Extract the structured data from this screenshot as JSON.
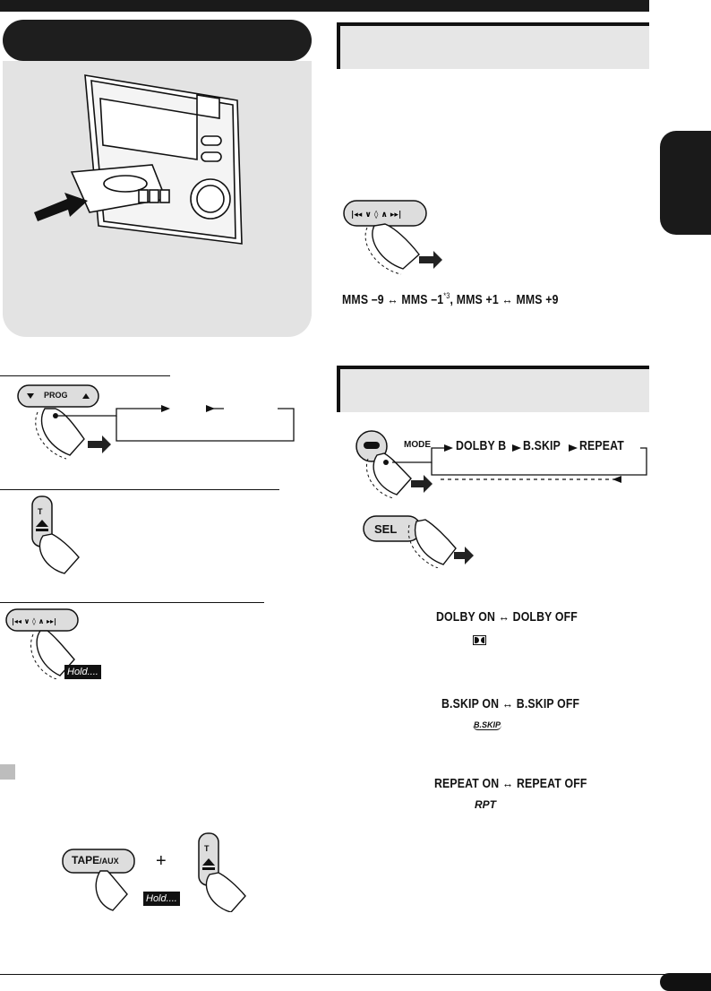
{
  "mms": {
    "left_start": "MMS –9",
    "left_end": "MMS –1",
    "footnote": "*3",
    "separator": ",",
    "right_start": "MMS +1",
    "right_end": "MMS +9"
  },
  "buttons": {
    "prog": "PROG",
    "eject": "T",
    "mode": "MODE",
    "sel": "SEL",
    "tape_main": "TAPE",
    "tape_sub": "/AUX",
    "plus": "+"
  },
  "hold_label": "Hold....",
  "mode_sequence": [
    "DOLBY B",
    "B.SKIP",
    "REPEAT"
  ],
  "settings": [
    {
      "on": "DOLBY ON",
      "off": "DOLBY OFF",
      "indicator": "dolby-double-d-icon"
    },
    {
      "on": "B.SKIP ON",
      "off": "B.SKIP OFF",
      "indicator": "B.SKIP"
    },
    {
      "on": "REPEAT ON",
      "off": "REPEAT OFF",
      "indicator": "RPT"
    }
  ],
  "colors": {
    "dark": "#1a1a1a",
    "panel": "#e3e3e3",
    "header": "#e6e6e6"
  }
}
